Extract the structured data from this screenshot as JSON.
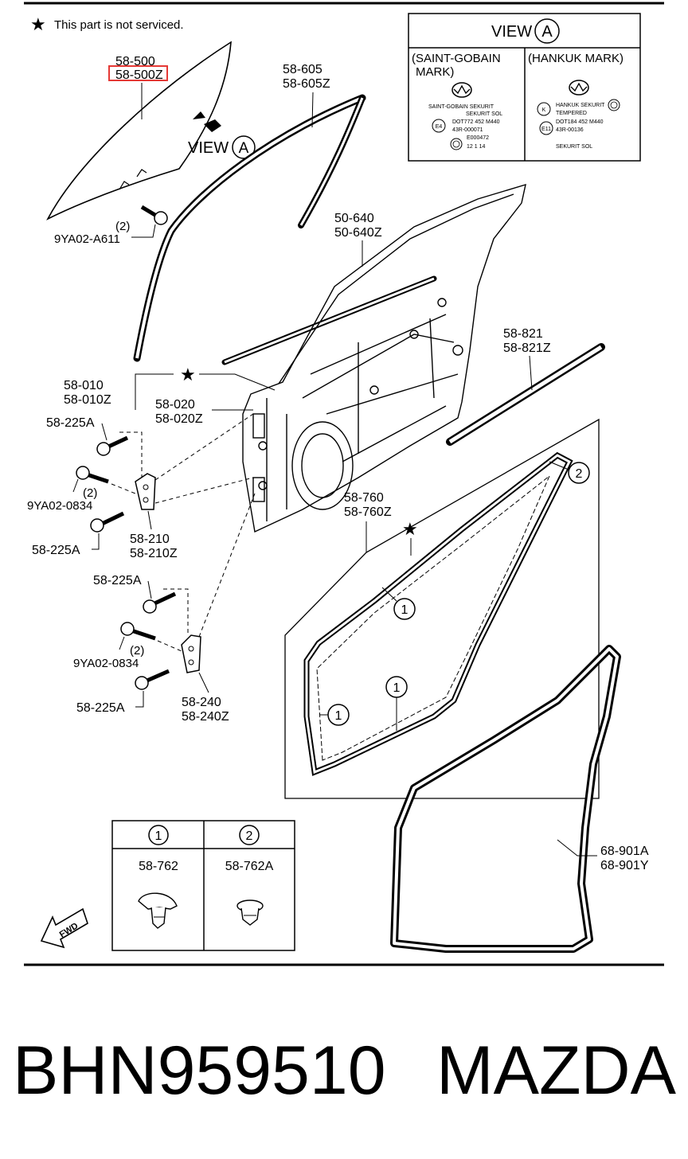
{
  "header": {
    "note": "This part is not serviced."
  },
  "view_box": {
    "title": "VIEW",
    "marker": "A",
    "left": {
      "heading_1": "(SAINT-GOBAIN",
      "heading_2": "MARK)",
      "lines": [
        "SAINT-GOBAIN SEKURIT",
        "SEKURIT SOL",
        "DOT772 452 M440",
        "43R-000071",
        "E000472",
        "12  1  14"
      ],
      "cert": "E4"
    },
    "right": {
      "heading_1": "(HANKUK MARK)",
      "lines": [
        "HANKUK SEKURIT",
        "TEMPERED",
        "DOT184 452 M440",
        "43R-00136",
        "SEKURIT SOL"
      ],
      "cert_k": "K",
      "cert_e": "E11"
    }
  },
  "callouts": {
    "p58_500": "58-500",
    "p58_500z": "58-500Z",
    "p58_605": "58-605",
    "p58_605z": "58-605Z",
    "view_a": "VIEW",
    "view_a_marker": "A",
    "qty_2a": "(2)",
    "p9ya02_a611": "9YA02-A611",
    "p50_640": "50-640",
    "p50_640z": "50-640Z",
    "p58_821": "58-821",
    "p58_821z": "58-821Z",
    "p58_010": "58-010",
    "p58_010z": "58-010Z",
    "p58_020": "58-020",
    "p58_020z": "58-020Z",
    "p58_225a_1": "58-225A",
    "qty_2b": "(2)",
    "p9ya02_0834_1": "9YA02-0834",
    "p58_225a_2": "58-225A",
    "p58_210": "58-210",
    "p58_210z": "58-210Z",
    "p58_760": "58-760",
    "p58_760z": "58-760Z",
    "p58_225a_3": "58-225A",
    "qty_2c": "(2)",
    "p9ya02_0834_2": "9YA02-0834",
    "p58_225a_4": "58-225A",
    "p58_240": "58-240",
    "p58_240z": "58-240Z",
    "p68_901a": "68-901A",
    "p68_901y": "68-901Y",
    "circle_1": "1",
    "circle_2": "2"
  },
  "legend": {
    "col1_number": "1",
    "col1_part": "58-762",
    "col2_number": "2",
    "col2_part": "58-762A"
  },
  "fwd_label": "FWD",
  "footer": {
    "part_number": "BHN959510",
    "brand": "MAZDA"
  },
  "colors": {
    "highlight_box": "#e53935",
    "ink": "#000000",
    "background": "#ffffff"
  }
}
